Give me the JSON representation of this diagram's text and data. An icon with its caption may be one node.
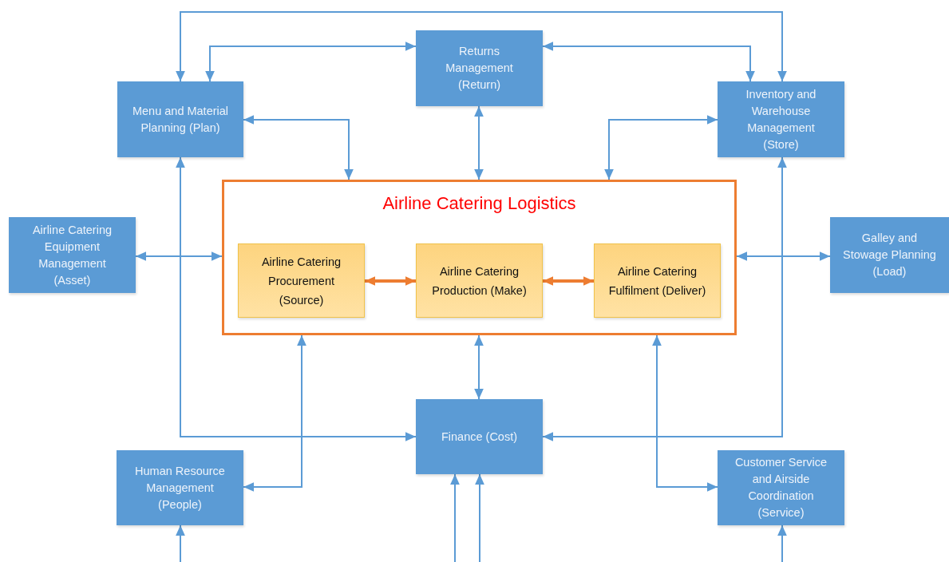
{
  "diagram": {
    "nodes": [
      {
        "text": [
          "Menu and Material Planning (Plan)"
        ]
      },
      {
        "text": [
          "Returns Management (Return)"
        ]
      },
      {
        "text": [
          "Inventory and Warehouse Management (Store)"
        ]
      },
      {
        "text": [
          "Airline Catering Equipment Management (Asset)"
        ]
      },
      {
        "text": [
          "Airline Catering Logistics"
        ]
      },
      {
        "text": [
          "Airline Catering Procurement (Source)"
        ],
        "in": 4
      },
      {
        "text": [
          "Airline Catering Production (Make)"
        ],
        "in": 4
      },
      {
        "text": [
          "Airline Catering Fulfilment (Deliver)"
        ],
        "in": 4
      },
      {
        "text": [
          "Galley and Stowage Planning (Load)"
        ]
      },
      {
        "text": [
          "Finance (Cost)"
        ]
      },
      {
        "text": [
          "Human Resource Management (People)"
        ]
      },
      {
        "text": [
          "Customer Service and Airside Coordination (Service)"
        ]
      }
    ],
    "edges": [
      {
        "from": 0,
        "to": 2,
        "arrow": "both"
      },
      {
        "from": 0,
        "to": 1,
        "arrow": "both"
      },
      {
        "from": 1,
        "to": 2,
        "arrow": "both"
      },
      {
        "from": 0,
        "to": 4,
        "arrow": "both"
      },
      {
        "from": 1,
        "to": 4,
        "arrow": "both"
      },
      {
        "from": 2,
        "to": 4,
        "arrow": "both"
      },
      {
        "from": 3,
        "to": 4,
        "arrow": "both"
      },
      {
        "from": 4,
        "to": 8,
        "arrow": "both"
      },
      {
        "from": 5,
        "to": 6,
        "arrow": "both",
        "style": "thick",
        "color": "#ed7d31"
      },
      {
        "from": 6,
        "to": 7,
        "arrow": "both",
        "style": "thick",
        "color": "#ed7d31"
      },
      {
        "from": 0,
        "to": 9,
        "arrow": "both"
      },
      {
        "from": 2,
        "to": 9,
        "arrow": "both"
      },
      {
        "from": 4,
        "to": 9,
        "arrow": "both"
      },
      {
        "from": 10,
        "to": 4,
        "arrow": "both"
      },
      {
        "from": 11,
        "to": 4,
        "arrow": "both"
      },
      {
        "from": null,
        "to": 10,
        "arrow": "to"
      },
      {
        "from": null,
        "to": 9,
        "arrow": "to"
      },
      {
        "from": null,
        "to": 9,
        "arrow": "to"
      },
      {
        "from": null,
        "to": 11,
        "arrow": "to"
      }
    ]
  }
}
